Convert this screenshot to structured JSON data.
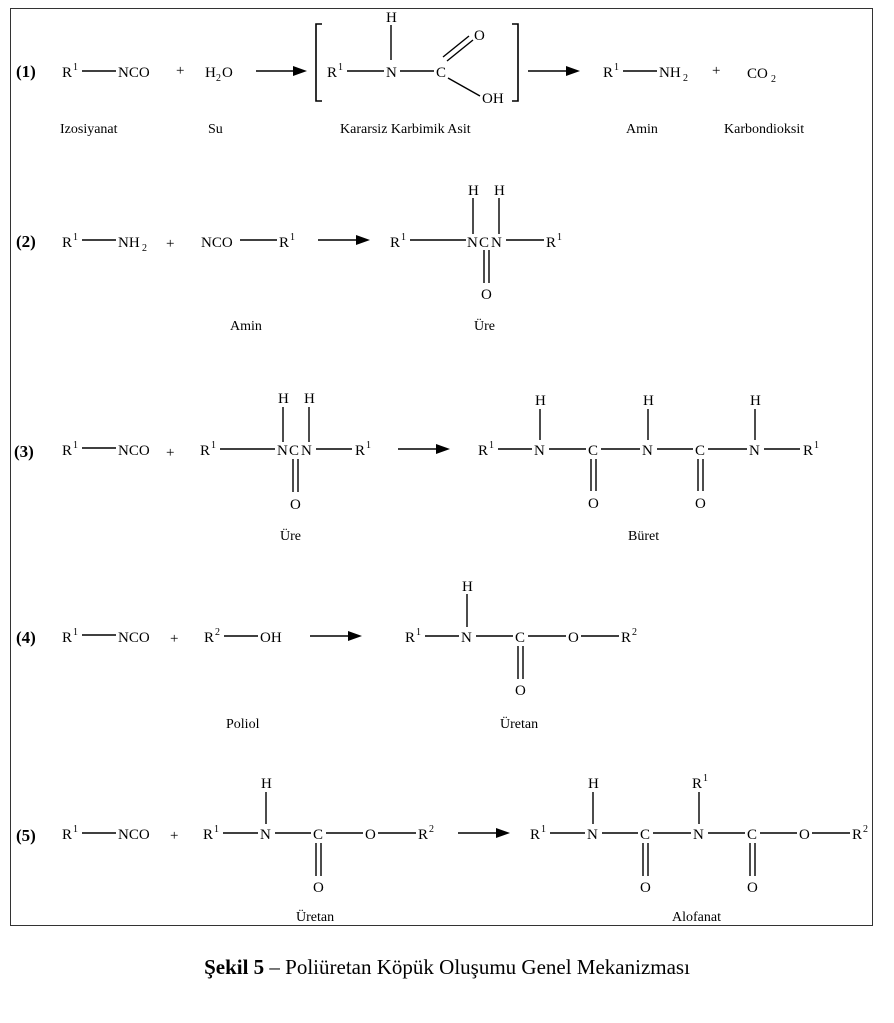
{
  "reactions": [
    {
      "number": "(1)",
      "atoms": [
        "R",
        "1",
        "NCO",
        "+",
        "H",
        "2",
        "O",
        "R",
        "1",
        "N",
        "H",
        "C",
        "O",
        "OH",
        "R",
        "1",
        "NH",
        "2",
        "+",
        "CO",
        "2"
      ],
      "labels": [
        "Izosiyanat",
        "Su",
        "Kararsiz Karbimik Asit",
        "Amin",
        "Karbondioksit"
      ]
    },
    {
      "number": "(2)",
      "atoms": [
        "R",
        "1",
        "NH",
        "2",
        "+",
        "NCO",
        "R",
        "1",
        "R",
        "1",
        "N",
        "C",
        "N",
        "H",
        "H",
        "O",
        "R",
        "1"
      ],
      "labels": [
        "Amin",
        "Üre"
      ]
    },
    {
      "number": "(3)",
      "atoms": [
        "R",
        "1",
        "NCO",
        "+",
        "R",
        "1",
        "N",
        "C",
        "N",
        "H",
        "H",
        "O",
        "R",
        "1",
        "R",
        "1",
        "N",
        "H",
        "C",
        "O",
        "N",
        "H",
        "C",
        "O",
        "N",
        "H",
        "R",
        "1"
      ],
      "labels": [
        "Üre",
        "Büret"
      ]
    },
    {
      "number": "(4)",
      "atoms": [
        "R",
        "1",
        "NCO",
        "+",
        "R",
        "2",
        "OH",
        "R",
        "1",
        "N",
        "H",
        "C",
        "O",
        "O",
        "R",
        "2"
      ],
      "labels": [
        "Poliol",
        "Üretan"
      ]
    },
    {
      "number": "(5)",
      "atoms": [
        "R",
        "1",
        "NCO",
        "+",
        "R",
        "1",
        "N",
        "H",
        "C",
        "O",
        "O",
        "R",
        "2",
        "R",
        "1",
        "N",
        "H",
        "C",
        "O",
        "N",
        "R",
        "1",
        "C",
        "O",
        "O",
        "R",
        "2"
      ],
      "labels": [
        "Üretan",
        "Alofanat"
      ]
    }
  ],
  "caption": {
    "number": "Şekil 5",
    "dash": " – ",
    "text": "Poliüretan Köpük Oluşumu Genel Mekanizması"
  }
}
